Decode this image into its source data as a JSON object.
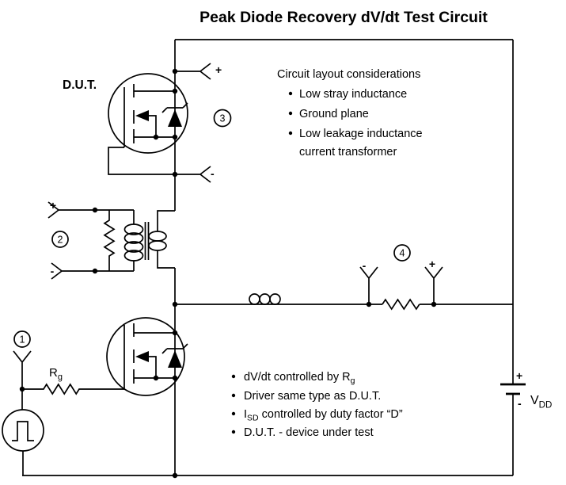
{
  "title": "Peak Diode Recovery dV/dt Test Circuit",
  "callouts": {
    "c1": "1",
    "c2": "2",
    "c3": "3",
    "c4": "4"
  },
  "dut": {
    "label": "D.U.T."
  },
  "probes": {
    "p3_plus": "+",
    "p3_minus": "-",
    "p2_plus": "+",
    "p2_minus": "-",
    "p4_minus": "-",
    "p4_plus": "+"
  },
  "battery": {
    "plus": "+",
    "minus": "-",
    "v": "V",
    "v_sub": "DD"
  },
  "gate_resistor": {
    "r": "R",
    "r_sub": "g"
  },
  "layout_notes": {
    "heading": "Circuit layout considerations",
    "item1": "Low stray inductance",
    "item2": "Ground plane",
    "item3": "Low leakage inductance",
    "item3_wrap": "current transformer"
  },
  "test_notes": {
    "item1_pre": "dV/dt controlled by R",
    "item1_sub": "g",
    "item2": "Driver same type as D.U.T.",
    "item3_pre": "I",
    "item3_sub": "SD",
    "item3_post": "controlled by duty factor “D”",
    "item4": "D.U.T. - device under test"
  }
}
